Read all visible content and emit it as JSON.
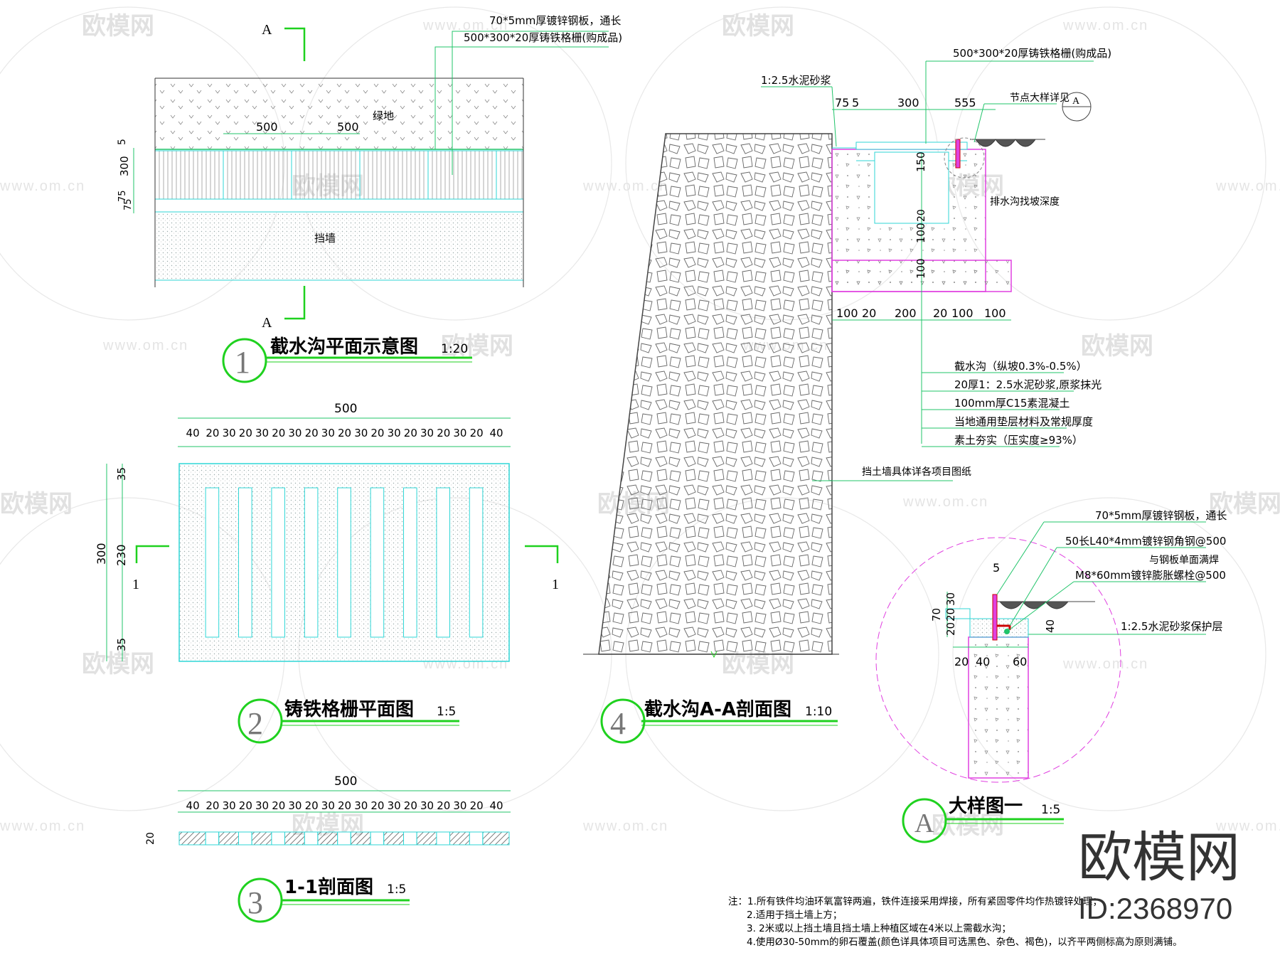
{
  "watermark": {
    "brand": "欧模网",
    "domain": "www.om.cn"
  },
  "detail1": {
    "title": "截水沟平面示意图",
    "scale": "1:20",
    "number": "1",
    "section_mark": "A",
    "callout_plate": "70*5mm厚镀锌钢板，通长",
    "callout_grate": "500*300*20厚铸铁格栅(购成品)",
    "label_greenland": "绿地",
    "label_wall": "挡墙",
    "dim_top": [
      "500",
      "500"
    ],
    "dim_left": [
      "5",
      "300",
      "75",
      "75"
    ]
  },
  "detail2": {
    "title": "铸铁格栅平面图",
    "scale": "1:5",
    "number": "2",
    "overall": "500",
    "dims": [
      "40",
      "20",
      "30",
      "20",
      "30",
      "20",
      "30",
      "20",
      "30",
      "20",
      "30",
      "20",
      "30",
      "20",
      "30",
      "20",
      "30",
      "20",
      "40"
    ],
    "left_dims": [
      "35",
      "230",
      "35"
    ],
    "left_total": "300",
    "cut_mark": "1"
  },
  "detail3": {
    "title": "1-1剖面图",
    "scale": "1:5",
    "number": "3",
    "overall": "500",
    "dims": [
      "40",
      "20",
      "30",
      "20",
      "30",
      "20",
      "30",
      "20",
      "30",
      "20",
      "30",
      "20",
      "30",
      "20",
      "30",
      "20",
      "30",
      "20",
      "40"
    ],
    "thickness": "20"
  },
  "detail4": {
    "title": "截水沟A-A剖面图",
    "scale": "1:10",
    "number": "4",
    "mortar": "1:2.5水泥砂浆",
    "grate": "500*300*20厚铸铁格栅(购成品)",
    "node_ref": "节点大样详见",
    "node_ref_mark": "A",
    "top_dims": [
      "75",
      "5",
      "300",
      "555"
    ],
    "bottom_dims": [
      "100",
      "20",
      "200",
      "20",
      "100",
      "100"
    ],
    "vertical_dims": [
      "150",
      "20",
      "100",
      "100"
    ],
    "slope_note": "排水沟找坡深度",
    "layers": [
      "截水沟（纵坡0.3%-0.5%）",
      "20厚1：2.5水泥砂浆,原浆抹光",
      "100mm厚C15素混凝土",
      "当地通用垫层材料及常规厚度",
      "素土夯实（压实度≥93%）"
    ],
    "wall_note": "挡土墙具体详各项目图纸"
  },
  "detailA": {
    "title": "大样图一",
    "scale": "1:5",
    "mark": "A",
    "callouts": [
      "70*5mm厚镀锌钢板，通长",
      "50长L40*4mm镀锌钢角钢@500",
      "与钢板单面满焊",
      "M8*60mm镀锌膨胀螺栓@500",
      "1:2.5水泥砂浆保护层"
    ],
    "dims_top": [
      "5"
    ],
    "dims_left": [
      "70",
      "30",
      "20",
      "20"
    ],
    "dims_right": [
      "40"
    ],
    "dims_bottom": [
      "20",
      "40",
      "60"
    ]
  },
  "notes": {
    "lines": [
      "注：1.所有铁件均油环氧富锌两遍，铁件连接采用焊接，所有紧固零件均作热镀锌处理；",
      "2.适用于挡土墙上方；",
      "3. 2米或以上挡土墙且挡土墙上种植区域在4米以上需截水沟；",
      "4.使用Ø30-50mm的卵石覆盖(颜色详具体项目可选黑色、杂色、褐色)，以齐平两侧标高为原则满铺。"
    ]
  },
  "stamp": {
    "brand": "欧模网",
    "id": "ID:2368970"
  },
  "colors": {
    "outline": "#2fd6d6",
    "callout_green": "#21c46a",
    "marker_green": "#1fd11f",
    "magenta": "#e040e0",
    "line_dark": "#333333"
  }
}
